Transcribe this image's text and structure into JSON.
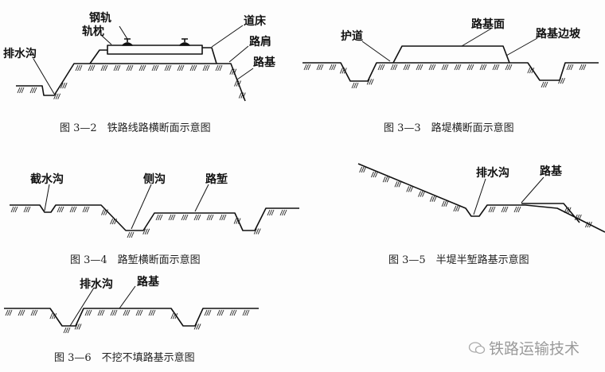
{
  "figures": [
    {
      "caption": "图 3—2　铁路线路横断面示意图",
      "labels": {
        "rail": "钢轨",
        "sleeper": "轨枕",
        "drain": "排水沟",
        "ballast": "道床",
        "shoulder": "路肩",
        "subgrade": "路基"
      }
    },
    {
      "caption": "图 3—3　路堤横断面示意图",
      "labels": {
        "berm": "护道",
        "surface": "路基面",
        "slope": "路基边坡"
      }
    },
    {
      "caption": "图 3—4　路堑横断面示意图",
      "labels": {
        "intercept": "截水沟",
        "side_ditch": "侧沟",
        "cutting": "路堑"
      }
    },
    {
      "caption": "图 3—5　半堤半堑路基示意图",
      "labels": {
        "drain": "排水沟",
        "subgrade": "路基"
      }
    },
    {
      "caption": "图 3—6　不挖不填路基示意图",
      "labels": {
        "drain": "排水沟",
        "subgrade": "路基"
      }
    }
  ],
  "watermark": "铁路运输技术"
}
